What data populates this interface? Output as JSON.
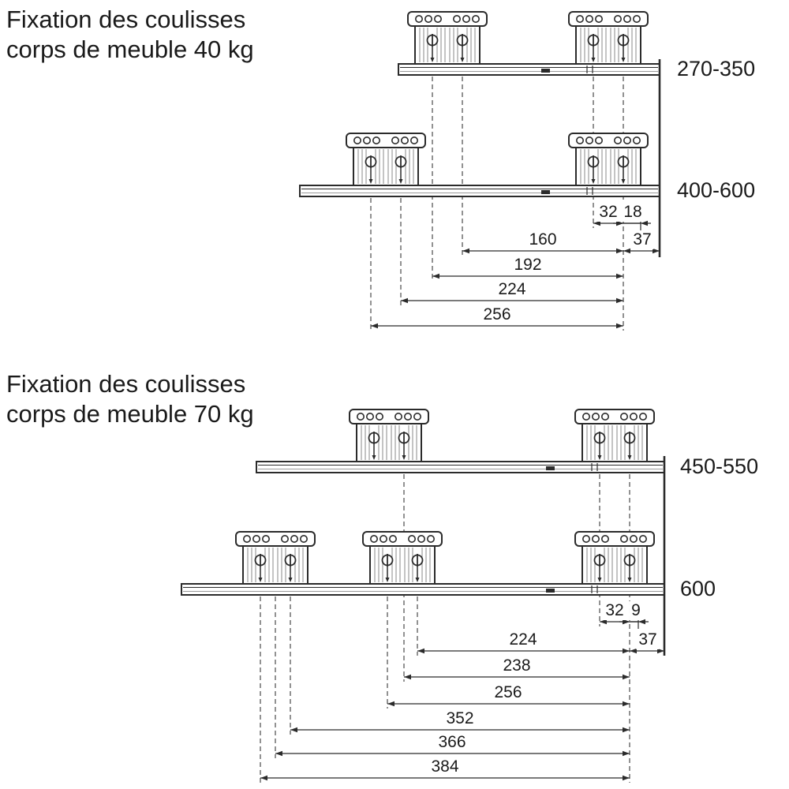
{
  "sections": [
    {
      "title_line1": "Fixation des coulisses",
      "title_line2": "corps de meuble 40 kg",
      "size_labels": [
        "270-350",
        "400-600"
      ],
      "dims": [
        "32",
        "18",
        "37",
        "160",
        "192",
        "224",
        "256"
      ]
    },
    {
      "title_line1": "Fixation des coulisses",
      "title_line2": "corps de meuble 70 kg",
      "size_labels": [
        "450-550",
        "600"
      ],
      "dims": [
        "32",
        "9",
        "37",
        "224",
        "238",
        "256",
        "352",
        "366",
        "384"
      ]
    }
  ]
}
